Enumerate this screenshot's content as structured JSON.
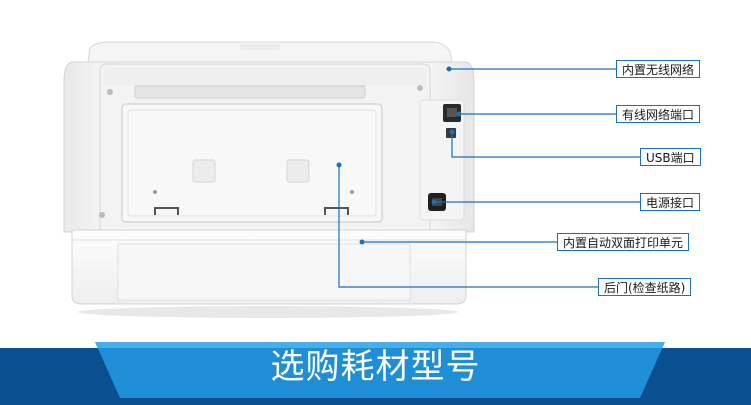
{
  "callouts": [
    {
      "text": "内置无线网络"
    },
    {
      "text": "有线网络端口"
    },
    {
      "text": "USB端口"
    },
    {
      "text": "电源接口"
    },
    {
      "text": "内置自动双面打印单元"
    },
    {
      "text": "后门(检查纸路)"
    }
  ],
  "banner": {
    "title": "选购耗材型号"
  },
  "colors": {
    "accent": "#1d6fb8",
    "banner_dark": "#0a4f8f",
    "banner_light": "#1e8fd6"
  }
}
